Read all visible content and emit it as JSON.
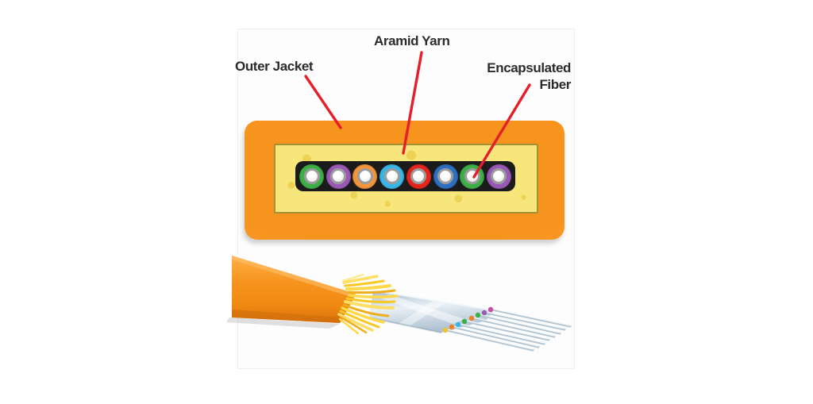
{
  "diagram": {
    "type": "ribbon-fiber-cable-cutaway",
    "labels": {
      "outer_jacket": "Outer Jacket",
      "aramid_yarn": "Aramid Yarn",
      "encapsulated_fiber": {
        "line1": "Encapsulated",
        "line2": "Fiber"
      }
    },
    "colors": {
      "label_text": "#2B2B2B",
      "leader_line": "#E61E2B",
      "jacket_orange": "#F7941E",
      "jacket_highlight": "#FBAE50",
      "aramid_fill": "#F7E67C",
      "aramid_speckle": "#EDD254",
      "ribbon_black": "#1B1B1B",
      "fiber_core_ring": "#9C9C9C",
      "fiber_core_white": "#FFFFFF",
      "yarn_strand_yellow": "#FFD94A",
      "encapsulation_blue": "#C7D8E5",
      "bare_fiber_grey": "#B3C6D4"
    },
    "fibers": [
      {
        "index": 1,
        "color_name": "green",
        "hex": "#3EAE47"
      },
      {
        "index": 2,
        "color_name": "purple",
        "hex": "#9B59B6"
      },
      {
        "index": 3,
        "color_name": "orange",
        "hex": "#F2953B"
      },
      {
        "index": 4,
        "color_name": "cyan",
        "hex": "#38B6E8"
      },
      {
        "index": 5,
        "color_name": "red",
        "hex": "#E6251C"
      },
      {
        "index": 6,
        "color_name": "blue",
        "hex": "#2D6FC1"
      },
      {
        "index": 7,
        "color_name": "green",
        "hex": "#3EAE47"
      },
      {
        "index": 8,
        "color_name": "purple",
        "hex": "#9B59B6"
      }
    ],
    "exit_bands": [
      "#C84FA8",
      "#9B59B6",
      "#3EAE47",
      "#F08020",
      "#3EAE47",
      "#38B6E8",
      "#F08020",
      "#F0C432"
    ]
  }
}
